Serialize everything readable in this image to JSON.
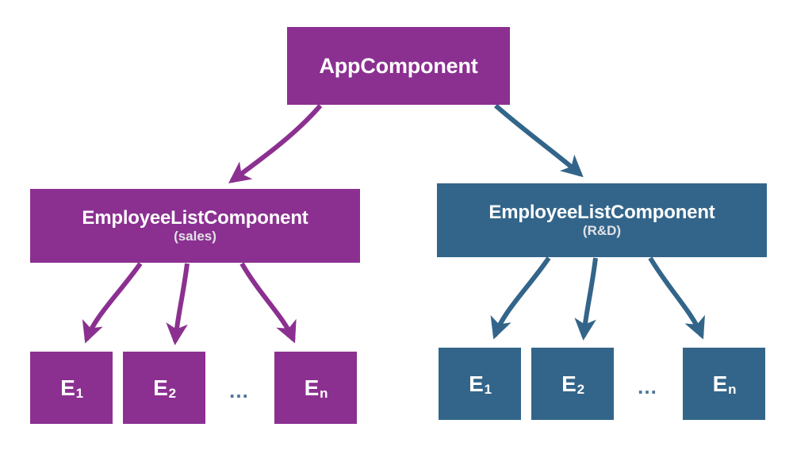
{
  "diagram": {
    "title": "Angular component tree with two EmployeeListComponent branches",
    "background": "#ffffff",
    "colors": {
      "purple": "#8B3091",
      "blue": "#33658A",
      "label_white": "#ffffff",
      "sublabel_grey": "#e2e2e6",
      "ellipsis": "#4E759B"
    }
  },
  "root": {
    "label": "AppComponent"
  },
  "branches": [
    {
      "id": "sales",
      "color": "#8B3091",
      "title": "EmployeeListComponent",
      "subtitle": "(sales)",
      "ellipsis": "…",
      "leaves": [
        {
          "base": "E",
          "sub": "1"
        },
        {
          "base": "E",
          "sub": "2"
        },
        {
          "base": "E",
          "sub": "n"
        }
      ]
    },
    {
      "id": "rnd",
      "color": "#33658A",
      "title": "EmployeeListComponent",
      "subtitle": "(R&D)",
      "ellipsis": "…",
      "leaves": [
        {
          "base": "E",
          "sub": "1"
        },
        {
          "base": "E",
          "sub": "2"
        },
        {
          "base": "E",
          "sub": "n"
        }
      ]
    }
  ]
}
